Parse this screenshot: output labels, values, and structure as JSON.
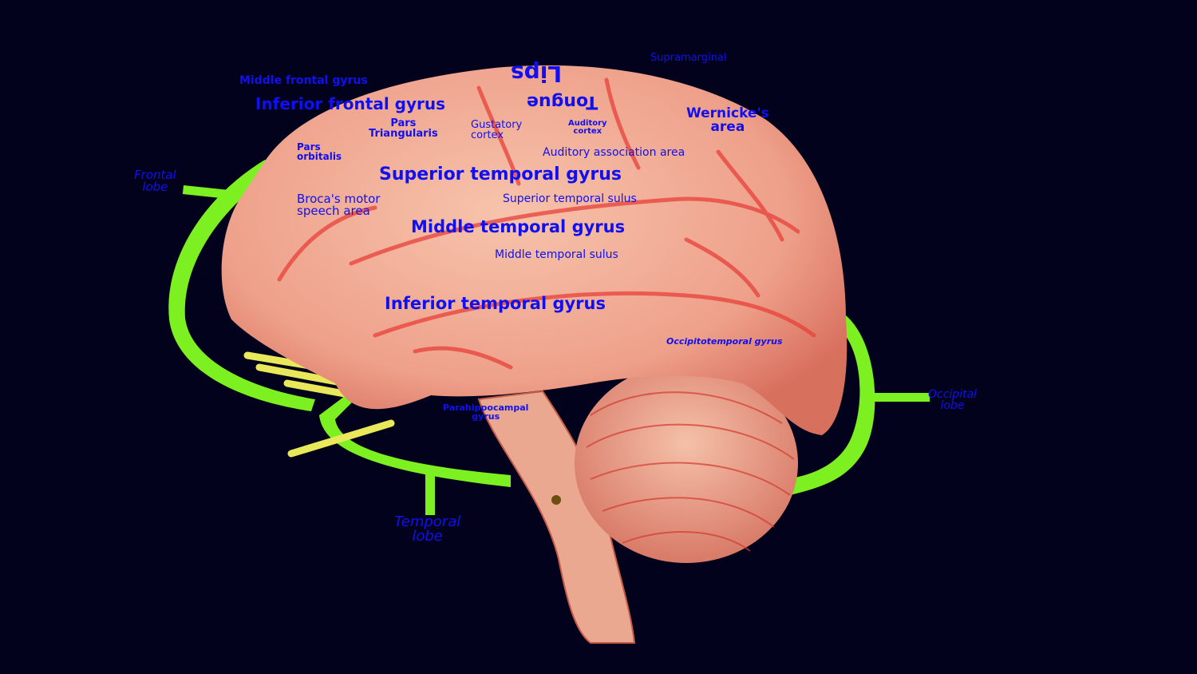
{
  "colors": {
    "background": "#02021d",
    "label": "#1010f0",
    "lobe_bracket": "#7cf020",
    "cortex": "#f2a890",
    "sulcus": "#e8403a",
    "cerebellum": "#eba48e",
    "nerves": "#e8e85a"
  },
  "lobes": {
    "frontal": "Frontal\nlobe",
    "temporal": "Temporal\nlobe",
    "occipital": "Occipital\nlobe"
  },
  "labels": {
    "middle_frontal_gyrus": "Middle frontal gyrus",
    "inferior_frontal_gyrus": "Inferior frontal gyrus",
    "pars_triangularis": "Pars\nTriangularis",
    "pars_orbitalis": "Pars\norbitalis",
    "lips": "Lips",
    "tongue": "Tongue",
    "gustatory_cortex": "Gustatory\ncortex",
    "auditory_cortex": "Auditory\ncortex",
    "auditory_association_area": "Auditory association area",
    "supramarginal": "Supramarginal",
    "wernickes_area": "Wernicke's\narea",
    "brocas_area": "Broca's motor\nspeech area",
    "superior_temporal_gyrus": "Superior temporal gyrus",
    "superior_temporal_sulus": "Superior temporal sulus",
    "middle_temporal_gyrus": "Middle temporal gyrus",
    "middle_temporal_sulus": "Middle temporal sulus",
    "inferior_temporal_gyrus": "Inferior temporal gyrus",
    "occipitotemporal_gyrus": "Occipitotemporal gyrus",
    "parahippocampal_gyrus": "Parahippocampal\ngyrus"
  }
}
